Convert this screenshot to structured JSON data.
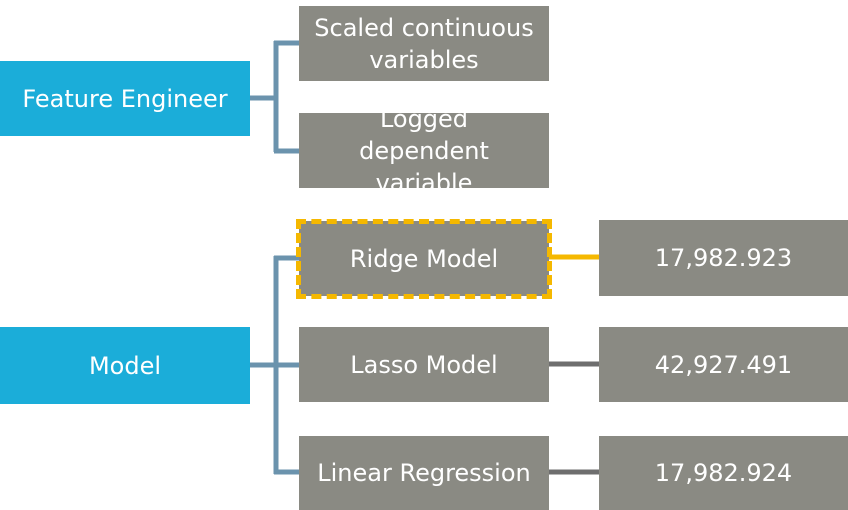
{
  "feature_engineer": {
    "label": "Feature Engineer",
    "steps": [
      "Scaled continuous variables",
      "Logged dependent variable"
    ]
  },
  "model": {
    "label": "Model",
    "models": [
      {
        "name": "Ridge Model",
        "score": "17,982.923",
        "highlighted": true
      },
      {
        "name": "Lasso Model",
        "score": "42,927.491",
        "highlighted": false
      },
      {
        "name": "Linear Regression",
        "score": "17,982.924",
        "highlighted": false
      }
    ]
  },
  "colors": {
    "primary_box": "#1badd9",
    "secondary_box": "#8a8a83",
    "connector": "#6b93ad",
    "result_connector": "#6e6e6e",
    "highlight": "#f5b800"
  }
}
